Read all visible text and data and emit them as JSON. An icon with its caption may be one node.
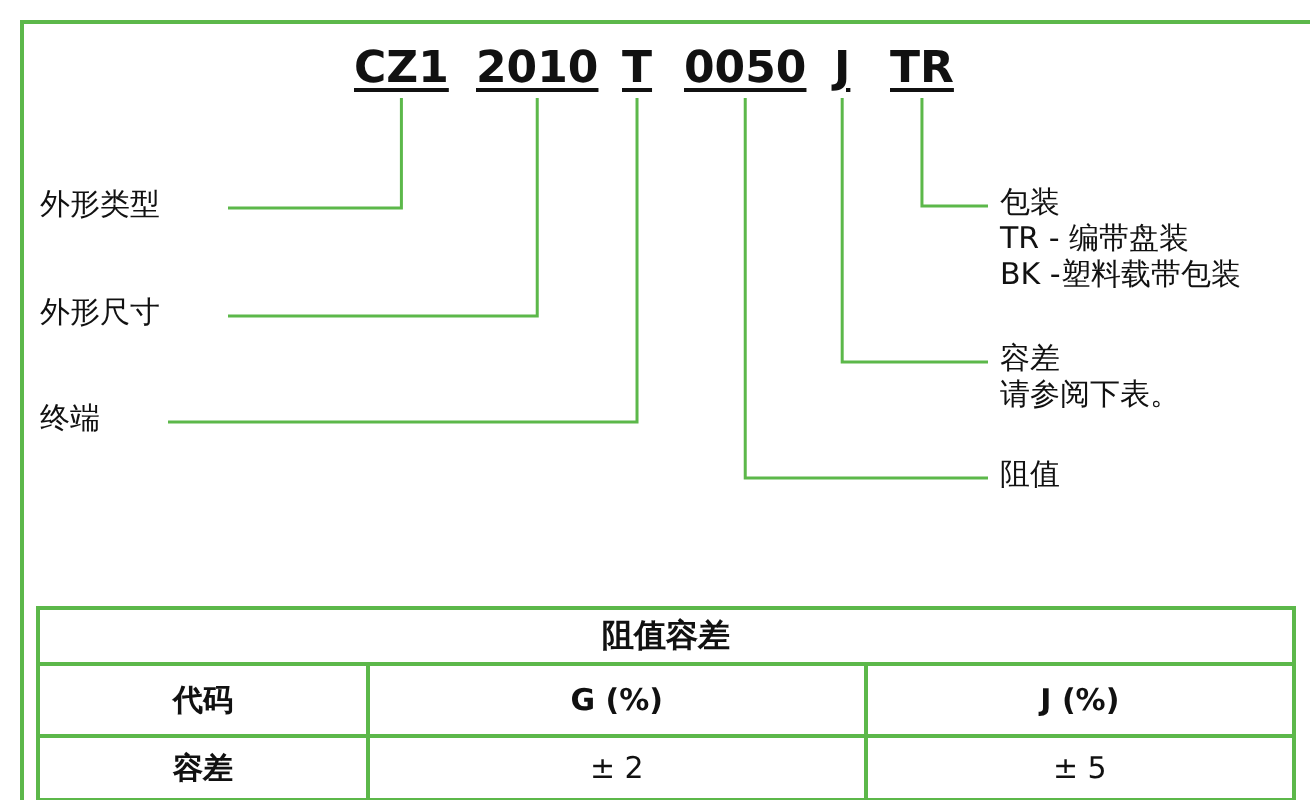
{
  "diagram": {
    "nodes": [
      {
        "text": [
          "CZ1"
        ]
      },
      {
        "text": [
          "2010"
        ]
      },
      {
        "text": [
          "T"
        ]
      },
      {
        "text": [
          "0050"
        ]
      },
      {
        "text": [
          "J"
        ]
      },
      {
        "text": [
          "TR"
        ]
      },
      {
        "text": [
          "外形类型"
        ]
      },
      {
        "text": [
          "外形尺寸"
        ]
      },
      {
        "text": [
          "终端"
        ]
      },
      {
        "text": [
          "包装",
          "TR - 编带盘装",
          "BK -塑料载带包装"
        ]
      },
      {
        "text": [
          "容差",
          "请参阅下表。"
        ]
      },
      {
        "text": [
          "阻值"
        ]
      }
    ],
    "edges": [
      {
        "from": 0,
        "to": 6,
        "arrow": "none"
      },
      {
        "from": 1,
        "to": 7,
        "arrow": "none"
      },
      {
        "from": 2,
        "to": 8,
        "arrow": "none"
      },
      {
        "from": 5,
        "to": 9,
        "arrow": "none"
      },
      {
        "from": 4,
        "to": 10,
        "arrow": "none"
      },
      {
        "from": 3,
        "to": 11,
        "arrow": "none"
      }
    ],
    "labels": [
      "阻值容差",
      "代码",
      "G (%)",
      "J (%)",
      "容差",
      "± 2",
      "± 5"
    ]
  }
}
